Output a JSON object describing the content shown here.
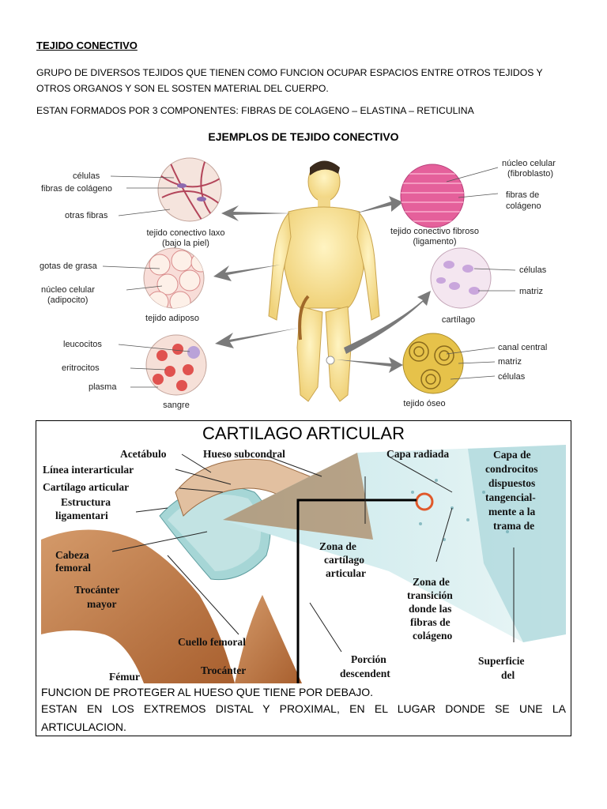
{
  "doc": {
    "title": "TEJIDO  CONECTIVO",
    "paragraph1": "GRUPO DE DIVERSOS TEJIDOS QUE TIENEN COMO FUNCION OCUPAR ESPACIOS ENTRE OTROS TEJIDOS Y OTROS ORGANOS Y SON EL SOSTEN MATERIAL DEL CUERPO.",
    "paragraph2": "ESTAN FORMADOS POR 3 COMPONENTES: FIBRAS DE COLAGENO – ELASTINA – RETICULINA",
    "examples_title": "EJEMPLOS DE TEJIDO CONECTIVO"
  },
  "examples_figure": {
    "laxo": {
      "celulas": "células",
      "fibras": "fibras de colágeno",
      "otras": "otras fibras",
      "name1": "tejido conectivo laxo",
      "name2": "(bajo la piel)"
    },
    "adiposo": {
      "gotas": "gotas de grasa",
      "nucleo": "núcleo celular",
      "adipocito": "(adipocito)",
      "name": "tejido adiposo"
    },
    "sangre": {
      "leucocitos": "leucocitos",
      "eritrocitos": "eritrocitos",
      "plasma": "plasma",
      "name": "sangre"
    },
    "fibroso": {
      "nucleo": "núcleo celular",
      "fibroblasto": "(fibroblasto)",
      "fibras1": "fibras de",
      "fibras2": "colágeno",
      "name1": "tejido conectivo fibroso",
      "name2": "(ligamento)"
    },
    "cartilago": {
      "celulas": "células",
      "matriz": "matriz",
      "name": "cartílago"
    },
    "oseo": {
      "canal": "canal central",
      "matriz": "matriz",
      "celulas": "células",
      "name": "tejido óseo"
    }
  },
  "cartilage": {
    "title": "CARTILAGO ARTICULAR",
    "labels": {
      "acetabulo": "Acetábulo",
      "hueso_subcondral": "Hueso subcondral",
      "linea": "Línea interarticular",
      "cartilago_articular": "Cartílago articular",
      "estructura1": "Estructura",
      "estructura2": "ligamentari",
      "cabeza1": "Cabeza",
      "cabeza2": "femoral",
      "trocanter_mayor1": "Trocánter",
      "trocanter_mayor2": "mayor",
      "cuello": "Cuello femoral",
      "trocanter": "Trocánter",
      "femur": "Fémur",
      "capa_radiada": "Capa radiada",
      "capa1": "Capa de",
      "capa2": "condrocitos",
      "capa3": "dispuestos",
      "capa4": "tangencial-",
      "capa5": "mente a la",
      "capa6": "trama de",
      "zona1": "Zona de",
      "zona2": "cartílago",
      "zona3": "articular",
      "trans1": "Zona de",
      "trans2": "transición",
      "trans3": "donde las",
      "trans4": "fibras de",
      "trans5": "colágeno",
      "porcion1": "Porción",
      "porcion2": "descendent",
      "superficie1": "Superficie",
      "superficie2": "del"
    },
    "caption1": "FUNCION DE PROTEGER AL HUESO QUE TIENE POR DEBAJO.",
    "caption2": "ESTAN EN LOS EXTREMOS DISTAL Y PROXIMAL, EN EL LUGAR DONDE SE UNE LA",
    "caption3": "ARTICULACION."
  }
}
